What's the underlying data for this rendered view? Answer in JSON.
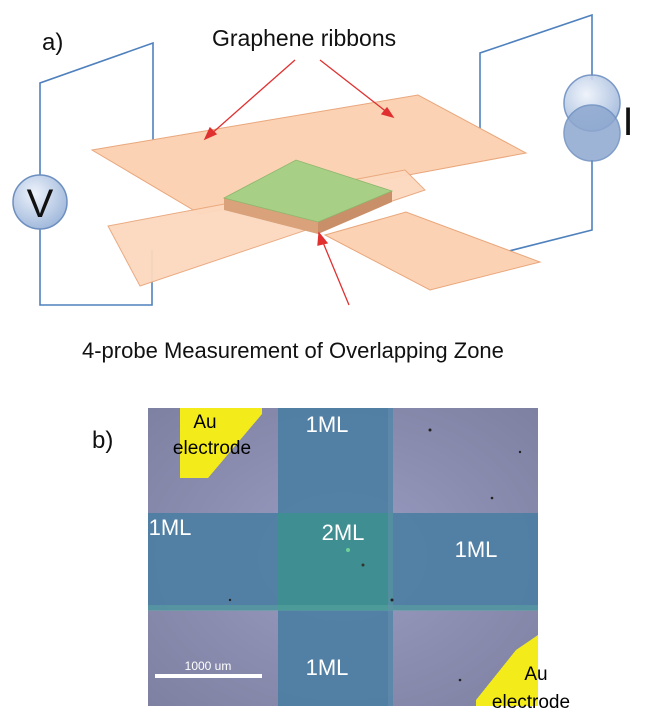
{
  "panel_a": {
    "label": "a)",
    "ribbons_label": "Graphene ribbons",
    "voltmeter_symbol": "V",
    "current_source_symbol": "I",
    "caption": "4-probe Measurement of Overlapping Zone"
  },
  "panel_b": {
    "label": "b)",
    "electrode_top": [
      "Au",
      "electrode"
    ],
    "electrode_bottom": [
      "Au",
      "electrode"
    ],
    "regions": {
      "top": "1ML",
      "left": "1ML",
      "center": "2ML",
      "right": "1ML",
      "bottom": "1ML"
    },
    "scale_bar": "1000 um"
  },
  "colors": {
    "ribbon": "#fbd2b3",
    "ribbon_edge": "#e9a77c",
    "overlap_top": "#a7cf85",
    "overlap_side": "#d9a27a",
    "wire": "#4f81bd",
    "arrow": "#e03030",
    "meter_fill": "#c9d9ee",
    "electrode": "#f4ec1a",
    "micro_bg": "#8a8fb0",
    "micro_ribbon": "#4b7ea3",
    "micro_overlap": "#3f8e92"
  }
}
